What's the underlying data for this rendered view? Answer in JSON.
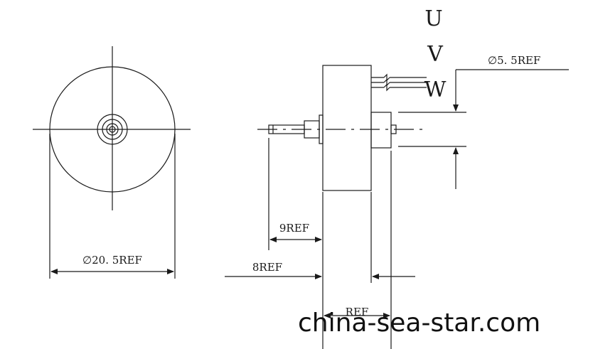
{
  "colors": {
    "line": "#1a1a1a",
    "background": "#ffffff"
  },
  "front_view": {
    "diameter_label": "∅20. 5REF"
  },
  "side_view": {
    "wire_labels": [
      "U",
      "V",
      "W"
    ],
    "shaft_diameter_label": "∅5. 5REF",
    "shaft_length_label": "9REF",
    "offset_label": "8REF",
    "body_length_label": "REF"
  },
  "watermark": "china-sea-star.com"
}
